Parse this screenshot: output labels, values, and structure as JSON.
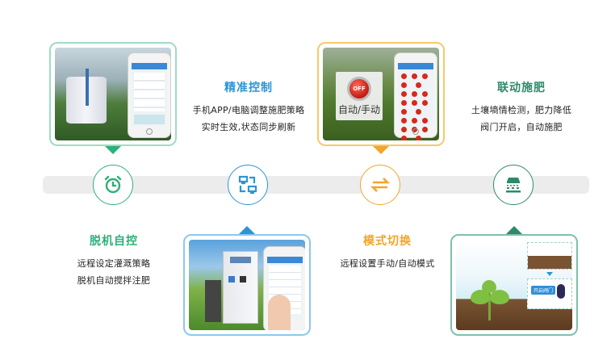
{
  "colors": {
    "green": "#2db079",
    "blue": "#2b95d6",
    "orange": "#f2a52a",
    "teal": "#2d8a6c",
    "bar": "#ececed",
    "text": "#222222"
  },
  "features": [
    {
      "id": "offline",
      "title": "脱机自控",
      "lines": [
        "远程设定灌溉策略",
        "脱机自动搅拌注肥"
      ],
      "icon": "alarm-clock-icon",
      "image": "greenhouse-tank-phone-app"
    },
    {
      "id": "precise",
      "title": "精准控制",
      "lines": [
        "手机APP/电脑调整施肥策略",
        "实时生效,状态同步刷新"
      ],
      "icon": "network-computers-icon",
      "image": "fertigation-machine-phone-touch"
    },
    {
      "id": "mode",
      "title": "模式切换",
      "lines": [
        "远程设置手动/自动模式"
      ],
      "icon": "switch-arrows-icon",
      "image": "tea-field-off-button",
      "image_label": "自动/手动",
      "button_label": "OFF"
    },
    {
      "id": "linkage",
      "title": "联动施肥",
      "lines": [
        "土壤墒情检测，肥力降低",
        "阀门开启，自动施肥"
      ],
      "icon": "soil-sensor-icon",
      "image": "plant-soil-valve",
      "image_tag": "开启阀门"
    }
  ]
}
